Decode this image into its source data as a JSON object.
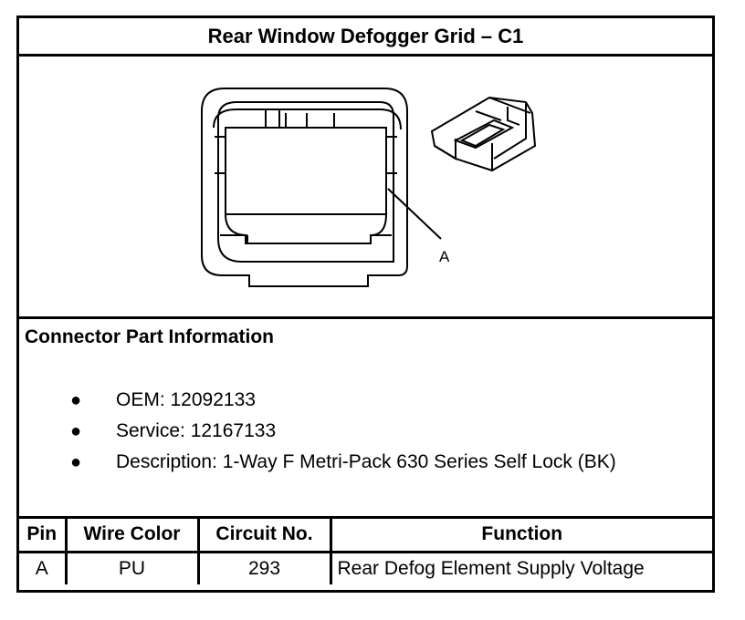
{
  "title": "Rear Window Defogger Grid – C1",
  "figure": {
    "callout_label": "A"
  },
  "connector_info": {
    "heading": "Connector Part Information",
    "items": [
      "OEM: 12092133",
      "Service: 12167133",
      "Description: 1-Way F Metri-Pack 630 Series Self Lock (BK)"
    ]
  },
  "pin_table": {
    "headers": [
      "Pin",
      "Wire Color",
      "Circuit No.",
      "Function"
    ],
    "rows": [
      {
        "pin": "A",
        "wire_color": "PU",
        "circuit": "293",
        "function": "Rear Defog Element Supply Voltage"
      }
    ]
  }
}
